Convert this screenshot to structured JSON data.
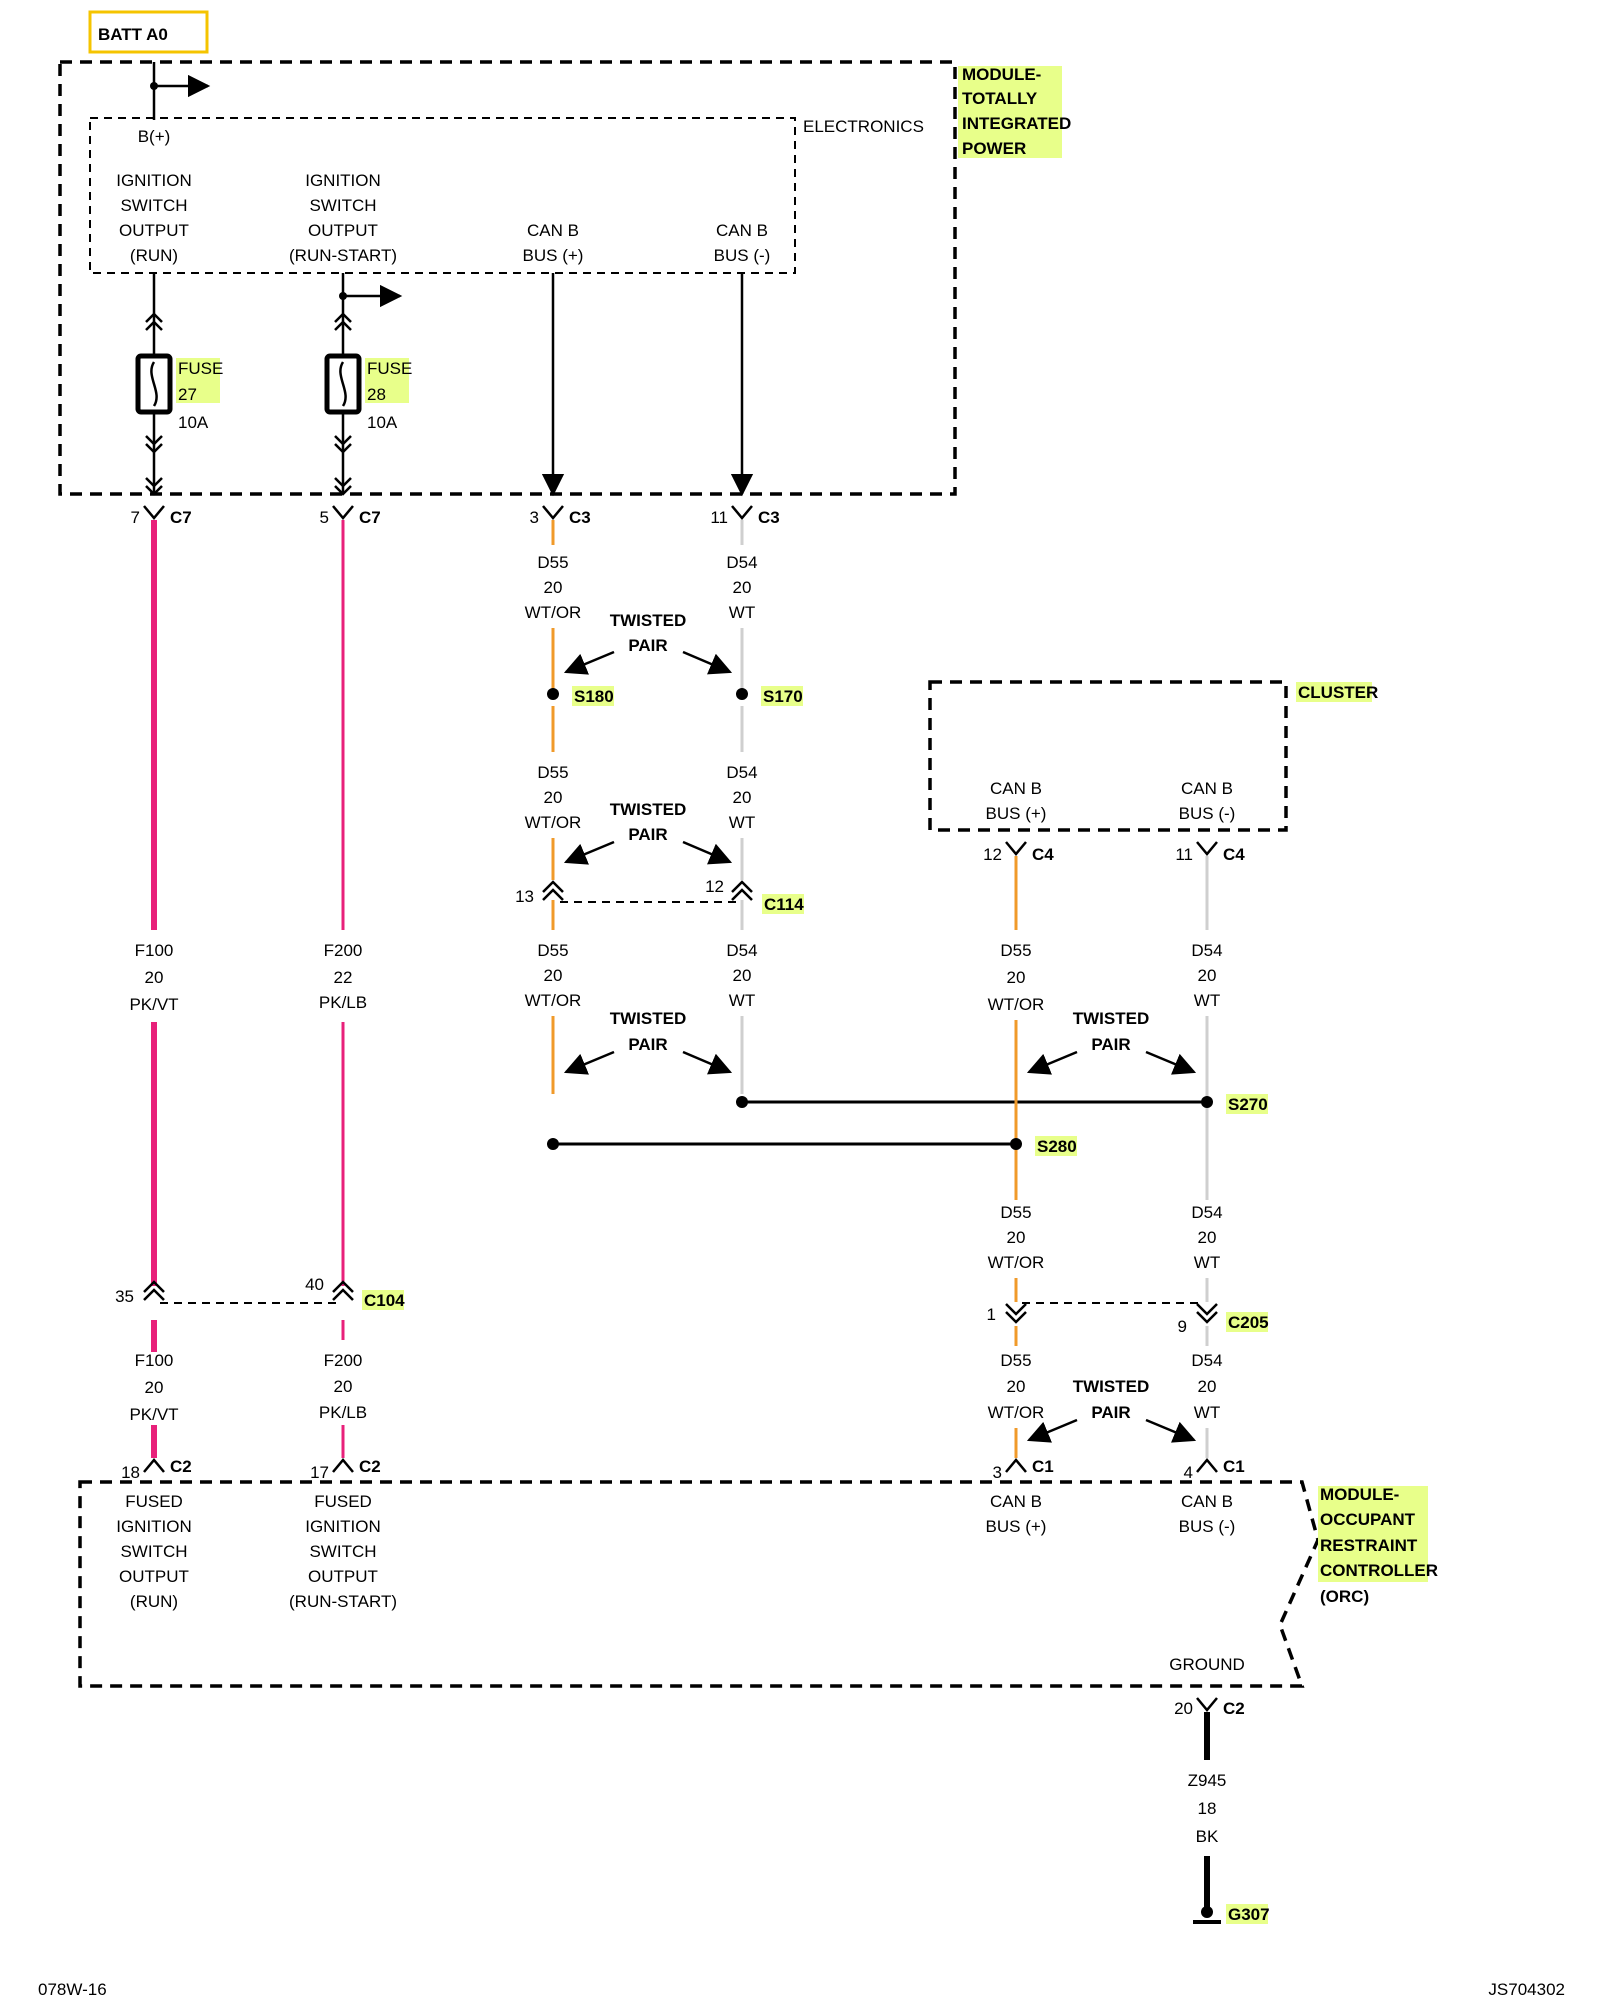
{
  "title_box": "BATT A0",
  "modules": {
    "tipm": [
      "MODULE-",
      "TOTALLY",
      "INTEGRATED",
      "POWER"
    ],
    "electronics": "ELECTRONICS",
    "cluster": "CLUSTER",
    "orc": [
      "MODULE-",
      "OCCUPANT",
      "RESTRAINT",
      "CONTROLLER",
      "(ORC)"
    ]
  },
  "tipm_pins": {
    "b_plus": "B(+)",
    "ign_run": [
      "IGNITION",
      "SWITCH",
      "OUTPUT",
      "(RUN)"
    ],
    "ign_run_start": [
      "IGNITION",
      "SWITCH",
      "OUTPUT",
      "(RUN-START)"
    ],
    "canb_plus": [
      "CAN B",
      "BUS (+)"
    ],
    "canb_minus": [
      "CAN B",
      "BUS (-)"
    ]
  },
  "fuses": [
    {
      "label": "FUSE",
      "number": "27",
      "rating": "10A"
    },
    {
      "label": "FUSE",
      "number": "28",
      "rating": "10A"
    }
  ],
  "connectors": {
    "c7_a": {
      "pin": "7",
      "name": "C7"
    },
    "c7_b": {
      "pin": "5",
      "name": "C7"
    },
    "c3_a": {
      "pin": "3",
      "name": "C3"
    },
    "c3_b": {
      "pin": "11",
      "name": "C3"
    },
    "c114_a": {
      "pin": "13"
    },
    "c114_b": {
      "pin": "12",
      "name": "C114"
    },
    "c4_a": {
      "pin": "12",
      "name": "C4"
    },
    "c4_b": {
      "pin": "11",
      "name": "C4"
    },
    "c104_a": {
      "pin": "35"
    },
    "c104_b": {
      "pin": "40",
      "name": "C104"
    },
    "c205_a": {
      "pin": "1"
    },
    "c205_b": {
      "pin": "9",
      "name": "C205"
    },
    "c2_a": {
      "pin": "18",
      "name": "C2"
    },
    "c2_b": {
      "pin": "17",
      "name": "C2"
    },
    "c1_a": {
      "pin": "3",
      "name": "C1"
    },
    "c1_b": {
      "pin": "4",
      "name": "C1"
    },
    "c2_g": {
      "pin": "20",
      "name": "C2"
    }
  },
  "splices": {
    "s180": "S180",
    "s170": "S170",
    "s270": "S270",
    "s280": "S280"
  },
  "twisted_pair": [
    "TWISTED",
    "PAIR"
  ],
  "wires": {
    "f100_a": [
      "F100",
      "20",
      "PK/VT"
    ],
    "f200_a": [
      "F200",
      "22",
      "PK/LB"
    ],
    "f100_b": [
      "F100",
      "20",
      "PK/VT"
    ],
    "f200_b": [
      "F200",
      "20",
      "PK/LB"
    ],
    "d55": [
      "D55",
      "20",
      "WT/OR"
    ],
    "d54": [
      "D54",
      "20",
      "WT"
    ],
    "z945": [
      "Z945",
      "18",
      "BK"
    ]
  },
  "cluster_pins": {
    "canb_plus": [
      "CAN B",
      "BUS (+)"
    ],
    "canb_minus": [
      "CAN B",
      "BUS (-)"
    ]
  },
  "orc_pins": {
    "fused_run": [
      "FUSED",
      "IGNITION",
      "SWITCH",
      "OUTPUT",
      "(RUN)"
    ],
    "fused_run_start": [
      "FUSED",
      "IGNITION",
      "SWITCH",
      "OUTPUT",
      "(RUN-START)"
    ],
    "canb_plus": [
      "CAN B",
      "BUS (+)"
    ],
    "canb_minus": [
      "CAN B",
      "BUS (-)"
    ],
    "ground": "GROUND"
  },
  "ground": "G307",
  "footer": {
    "left": "078W-16",
    "right": "JS704302"
  },
  "colors": {
    "pink": "#e8207a",
    "orange": "#f09a2a",
    "white_wire": "#cfcfcf",
    "highlight": "#e8ff8a",
    "title_border": "#f5c400"
  }
}
